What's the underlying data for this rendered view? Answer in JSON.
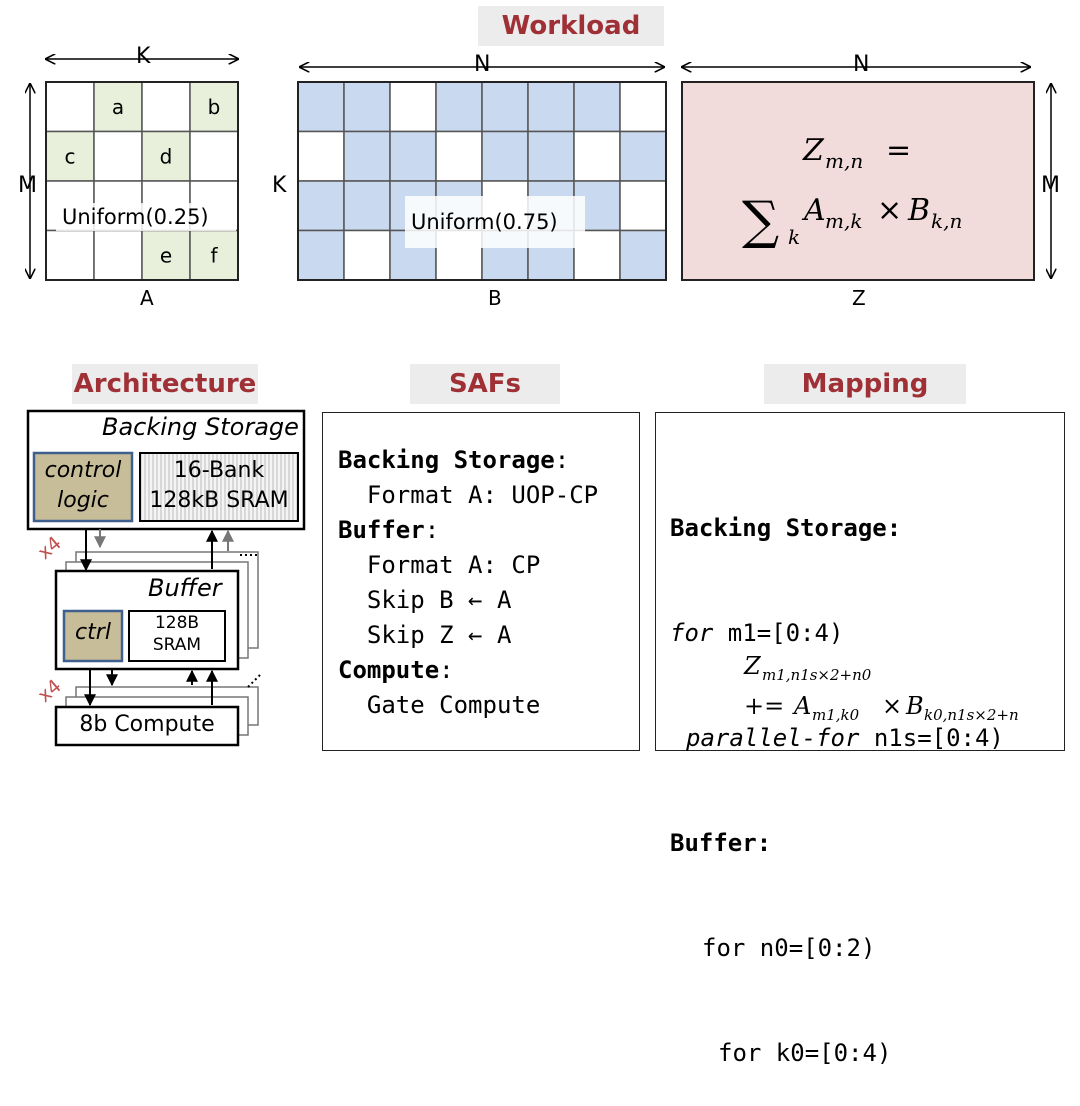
{
  "sections": {
    "workload_title": "Workload",
    "architecture_title": "Architecture",
    "safs_title": "SAFs",
    "mapping_title": "Mapping"
  },
  "workload": {
    "matrix_a": {
      "name": "A",
      "dim_horizontal": "K",
      "dim_vertical": "M",
      "dist_label": "Uniform(0.25)",
      "rows": 4,
      "cols": 4,
      "cells": [
        {
          "r": 0,
          "c": 1,
          "text": "a"
        },
        {
          "r": 0,
          "c": 3,
          "text": "b"
        },
        {
          "r": 1,
          "c": 0,
          "text": "c"
        },
        {
          "r": 1,
          "c": 2,
          "text": "d"
        },
        {
          "r": 3,
          "c": 2,
          "text": "e"
        },
        {
          "r": 3,
          "c": 3,
          "text": "f"
        }
      ],
      "fill_color": "#e8efdb"
    },
    "matrix_b": {
      "name": "B",
      "dim_horizontal": "N",
      "dim_vertical": "K",
      "dist_label": "Uniform(0.75)",
      "rows": 4,
      "cols": 8,
      "pattern": [
        [
          1,
          1,
          0,
          1,
          1,
          1,
          1,
          0
        ],
        [
          0,
          1,
          1,
          0,
          1,
          1,
          0,
          1
        ],
        [
          1,
          1,
          1,
          1,
          0,
          1,
          1,
          0
        ],
        [
          1,
          0,
          1,
          0,
          1,
          1,
          0,
          1
        ]
      ],
      "fill_color": "#c9d9ef"
    },
    "matrix_z": {
      "name": "Z",
      "dim_horizontal": "N",
      "dim_vertical": "M",
      "fill_color": "#f2dcdb"
    }
  },
  "architecture": {
    "backing_storage": "Backing Storage",
    "control_logic_1": "control",
    "control_logic_2": "logic",
    "sram_1": "16-Bank",
    "sram_2": "128kB SRAM",
    "buffer": "Buffer",
    "ctrl": "ctrl",
    "buffer_sram_1": "128B",
    "buffer_sram_2": "SRAM",
    "compute": "8b Compute",
    "mult_1": "x4",
    "mult_2": "x4",
    "ctrl_color": "#c8bd99",
    "ctrl_border": "#3f5f8f",
    "mult_color": "#c0504d"
  },
  "safs": {
    "lines": [
      {
        "bold": "Backing Storage",
        "rest": ":"
      },
      {
        "indent": "  ",
        "rest": "Format A: UOP-CP"
      },
      {
        "bold": "Buffer",
        "rest": ":"
      },
      {
        "indent": "  ",
        "rest": "Format A: CP"
      },
      {
        "indent": "  ",
        "rest": "Skip B ← A"
      },
      {
        "indent": "  ",
        "rest": "Skip Z ← A"
      },
      {
        "bold": "Compute",
        "rest": ":"
      },
      {
        "indent": "  ",
        "rest": "Gate Compute"
      }
    ]
  },
  "mapping": {
    "line1": "Backing Storage:",
    "line2_kw": "for",
    "line2_rest": " m1=[0:4)",
    "line3_kw": "parallel-for",
    "line3_rest": " n1s=[0:4)",
    "line4": "Buffer:",
    "line5": "for n0=[0:2)",
    "line6": "for k0=[0:4)"
  }
}
